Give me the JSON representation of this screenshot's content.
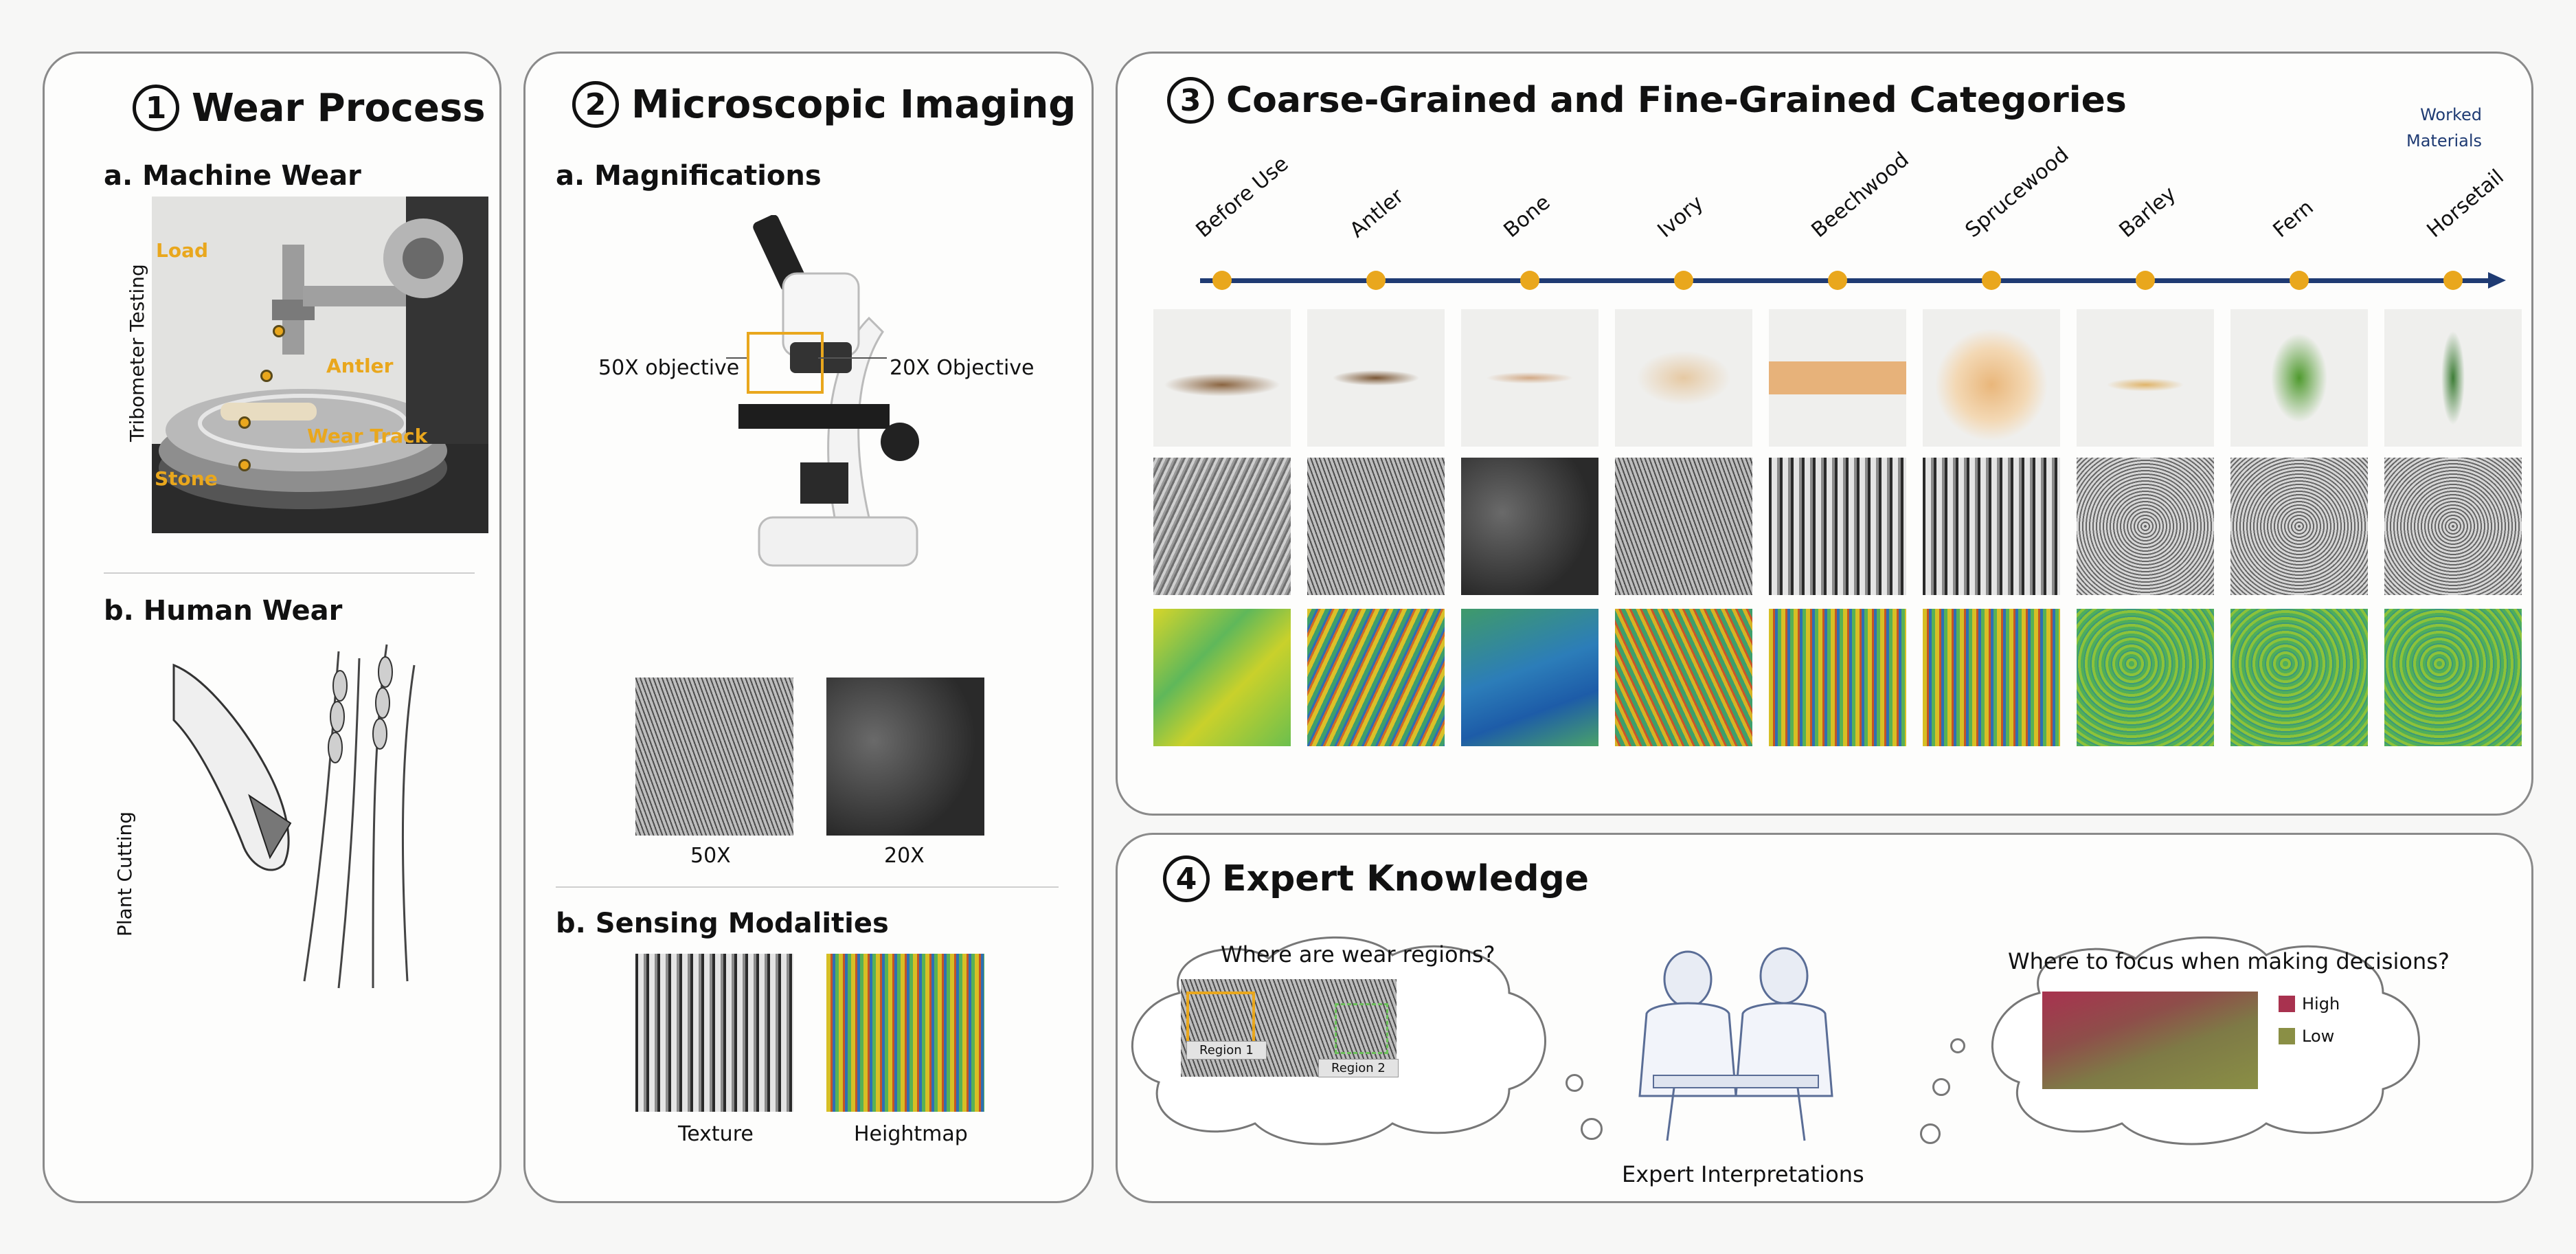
{
  "panel1": {
    "number": "1",
    "title": "Wear Process",
    "machine_wear": {
      "heading": "a. Machine Wear",
      "side_label": "Tribometer Testing",
      "tags": [
        "Load",
        "Antler",
        "Wear Track",
        "Stone"
      ]
    },
    "human_wear": {
      "heading": "b. Human Wear",
      "side_label": "Plant Cutting"
    }
  },
  "panel2": {
    "number": "2",
    "title": "Microscopic Imaging",
    "magnifications": {
      "heading": "a. Magnifications",
      "left_callout": "50X objective",
      "right_callout": "20X Objective",
      "captions": [
        "50X",
        "20X"
      ]
    },
    "sensing": {
      "heading": "b. Sensing Modalities",
      "captions": [
        "Texture",
        "Heightmap"
      ]
    }
  },
  "panel3": {
    "number": "3",
    "title": "Coarse-Grained and Fine-Grained Categories",
    "legend": [
      "Worked",
      "Materials"
    ],
    "materials": [
      "Before Use",
      "Antler",
      "Bone",
      "Ivory",
      "Beechwood",
      "Sprucewood",
      "Barley",
      "Fern",
      "Horsetail"
    ],
    "timeline_color": "#1f3b73",
    "dot_color": "#e9a71d"
  },
  "panel4": {
    "number": "4",
    "title": "Expert Knowledge",
    "left_question": "Where are wear regions?",
    "regions": [
      "Region 1",
      "Region 2"
    ],
    "center_caption": "Expert Interpretations",
    "right_question": "Where to focus when making decisions?",
    "legend": [
      {
        "label": "High",
        "color": "#a8324f"
      },
      {
        "label": "Low",
        "color": "#8a8f45"
      }
    ]
  }
}
